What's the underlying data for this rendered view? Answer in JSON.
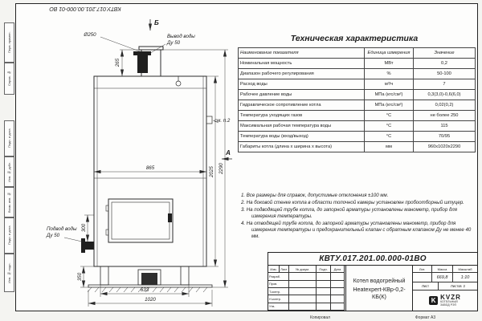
{
  "doc": {
    "designation_top": "КВТУ.017.201.00.000-01 ВО",
    "designation": "КВТУ.017.201.00.000-01ВО",
    "product_line1": "Котел водогрейный",
    "product_line2": "Heatexpert-КВр-0,2-КБ(К)",
    "mass_value": "669,8",
    "scale_value": "1:10",
    "sheets_value": "2",
    "copied": "Копировал",
    "format": "Формат А3",
    "brand": "KVZR",
    "brand_mark": "K",
    "brand_line1": "КОТЕЛЬНЫЙ",
    "brand_line2": "ЗАВОД РЭП"
  },
  "stamp": {
    "izm": "Изм.",
    "list": "Лист",
    "dokum": "№ докум.",
    "podp": "Подп.",
    "data": "Дата",
    "razrab": "Разраб.",
    "prov": "Пров.",
    "tkontr": "Т.контр.",
    "nkontr": "Н.контр.",
    "utv": "Утв.",
    "lit": "Лит.",
    "massa": "Масса",
    "masshtab": "Масштаб",
    "list_label": "Лист",
    "listov_label": "Листов"
  },
  "side_stamps": [
    "Перв. примен.",
    "Справ. №",
    "Подп. и дата",
    "Инв. № дубл.",
    "Взам. инв. №",
    "Подп. и дата",
    "Инв. № подл."
  ],
  "drawing": {
    "view_b": "Б",
    "view_a": "А",
    "chimney_dia": "Ø250",
    "outlet_l1": "Вывод воды",
    "outlet_l2": "Ду 50",
    "inlet_l1": "Подвод воды",
    "inlet_l2": "Ду 50",
    "detail_ref": "см. п.2",
    "d265": "265",
    "d865": "865",
    "d2025": "2025",
    "d2290": "2290",
    "d300": "300",
    "d350": "350",
    "d633": "633",
    "d1020": "1020"
  },
  "spec": {
    "title": "Техническая характеристика",
    "headers": [
      "Наименование показателя",
      "Единица измерения",
      "Значение"
    ],
    "rows": [
      [
        "Номинальная мощность",
        "МВт",
        "0,2"
      ],
      [
        "Диапазон рабочего регулирования",
        "%",
        "50-100"
      ],
      [
        "Расход воды",
        "м³/ч",
        "7"
      ],
      [
        "Рабочее давление воды",
        "МПа (кгс/см²)",
        "0,3(3,0)-0,6(6,0)"
      ],
      [
        "Гидравлическое сопротивление котла",
        "МПа (кгс/см²)",
        "0,02(0,2)"
      ],
      [
        "Температура уходящих газов",
        "°С",
        "не более 250"
      ],
      [
        "Максимальная рабочая температура воды",
        "°С",
        "115"
      ],
      [
        "Температура воды (вход/выход)",
        "°С",
        "70/95"
      ],
      [
        "Габариты котла (длина х ширина х высота)",
        "мм",
        "960х1020х2290"
      ]
    ]
  },
  "notes": [
    "1.  Все размеры для справок, допустимые отклонения ±100 мм.",
    "2.  На боковой стенке котла в области топочной камеры установлен пробоотборный штуцер.",
    "3.  На подводящей трубе котла, до запорной арматуры установлены манометр, прибор для измерения температуры.",
    "4.  На отводящей трубе котла, до запорной арматуры установлены манометр, прибор для измерения температуры и предохранительный клапан с обратным клапаном Ду не менее 40 мм."
  ]
}
